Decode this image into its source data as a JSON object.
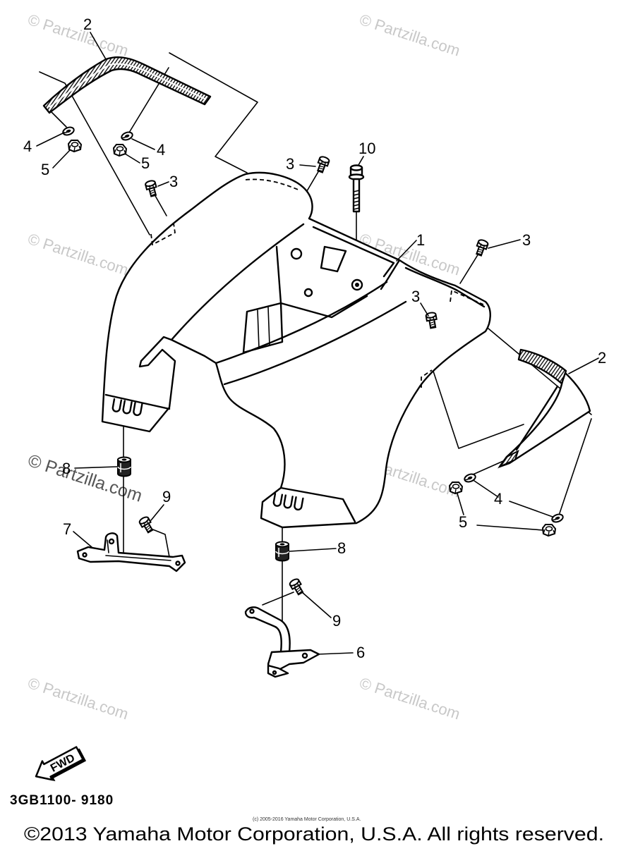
{
  "diagram": {
    "callouts": [
      "2",
      "4",
      "5",
      "4",
      "5",
      "3",
      "3",
      "10",
      "1",
      "3",
      "3",
      "2",
      "8",
      "9",
      "7",
      "8",
      "9",
      "6",
      "4",
      "5"
    ],
    "fwd_label": "FWD",
    "drawing_code": "3GB1100- 9180"
  },
  "watermark": {
    "text": "© Partzilla.com"
  },
  "footer": {
    "fine_print": "(c) 2005-2016 Yamaha Motor Corporation, U.S.A.",
    "copyright": "©2013 Yamaha Motor Corporation, U.S.A. All rights reserved."
  },
  "colors": {
    "line": "#000000",
    "watermark": "#c8c8c8",
    "background": "#ffffff"
  }
}
